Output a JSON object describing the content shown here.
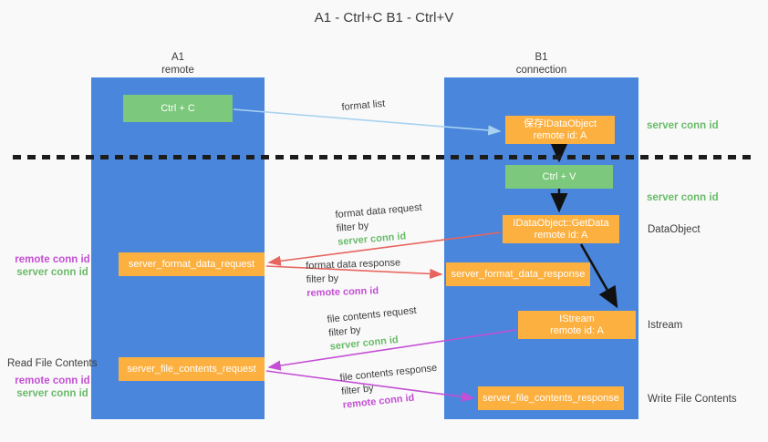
{
  "title": {
    "line1": "A1 - Ctrl+C",
    "line2": "B1 - Ctrl+V"
  },
  "colors": {
    "lane": "#4a86dc",
    "node_green": "#7cc87c",
    "node_orange": "#fcb040",
    "server_conn_id": "#6abb6a",
    "remote_conn_id": "#c44fd4",
    "arrow_blue": "#a8d2f0",
    "arrow_red": "#e8645e",
    "arrow_magenta": "#c44fd4",
    "arrow_black": "#111111",
    "background": "#f9f9f9"
  },
  "lanes": [
    {
      "name": "A1",
      "subtitle": "remote"
    },
    {
      "name": "B1",
      "subtitle": "connection"
    }
  ],
  "nodes": {
    "ctrl_c": {
      "line1": "Ctrl + C"
    },
    "save_idataobject": {
      "line1": "保存IDataObject",
      "line2": "remote id: A"
    },
    "ctrl_v": {
      "line1": "Ctrl + V"
    },
    "getdata": {
      "line1": "IDataObject::GetData",
      "line2": "remote id: A"
    },
    "format_data_request": {
      "line1": "server_format_data_request"
    },
    "format_data_response": {
      "line1": "server_format_data_response"
    },
    "istream": {
      "line1": "IStream",
      "line2": "remote id: A"
    },
    "file_contents_request": {
      "line1": "server_file_contents_request"
    },
    "file_contents_response": {
      "line1": "server_file_contents_response"
    }
  },
  "side_labels": {
    "server_conn_id_top": "server conn id",
    "server_conn_id_mid": "server conn id",
    "dataobject": "DataObject",
    "istream": "Istream",
    "write_file_contents": "Write File Contents",
    "read_file_contents": "Read File Contents",
    "left_stack_1": {
      "remote": "remote conn id",
      "server": "server conn id"
    },
    "left_stack_2": {
      "remote": "remote conn id",
      "server": "server conn id"
    }
  },
  "arrow_labels": {
    "format_list": {
      "text": "format list"
    },
    "format_data_request": {
      "line1": "format data request",
      "filter_prefix": "filter by ",
      "filter_key": "server conn id"
    },
    "format_data_response": {
      "line1": "format data response",
      "filter_prefix": "filter by ",
      "filter_key": "remote conn id"
    },
    "file_contents_request": {
      "line1": "file contents request",
      "filter_prefix": "filter by ",
      "filter_key": "server conn id"
    },
    "file_contents_response": {
      "line1": "file contents response",
      "filter_prefix": "filter by ",
      "filter_key": "remote conn id"
    }
  }
}
